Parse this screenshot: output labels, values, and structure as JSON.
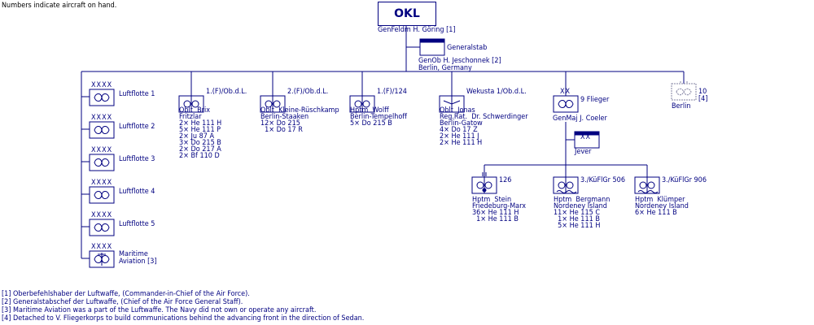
{
  "note": "Numbers indicate aircraft on hand.",
  "okl": {
    "label": "OKL",
    "commander": "GenFeldm  H. Göring [1]"
  },
  "generalstab": {
    "label": "Generalstab",
    "commander": "GenOb  H. Jeschonnek [2]",
    "location": "Berlin, Germany"
  },
  "luftflotten": [
    {
      "rank": "XXXX",
      "label": "Luftflotte 1"
    },
    {
      "rank": "XXXX",
      "label": "Luftflotte 2"
    },
    {
      "rank": "XXXX",
      "label": "Luftflotte 3"
    },
    {
      "rank": "XXXX",
      "label": "Luftflotte 4"
    },
    {
      "rank": "XXXX",
      "label": "Luftflotte 5"
    },
    {
      "rank": "XXXX",
      "label": "Maritime Aviation [3]"
    }
  ],
  "units": [
    {
      "label": "1.(F)/Ob.d.L.",
      "lines": [
        "Oblt  Brix",
        "Fritzlar",
        "2× He 111 H",
        "5× He 111 P",
        "2× Ju 87 A",
        "3× Do 215 B",
        "2× Do 217 A",
        "2× Bf 110 D"
      ]
    },
    {
      "label": "2.(F)/Ob.d.L.",
      "lines": [
        "Oblt  Kleine-Rüschkamp",
        "Berlin-Staaken",
        "12× Do 215",
        "  1× Do 17 R"
      ]
    },
    {
      "label": "1.(F)/124",
      "lines": [
        "Hptm  Wolff",
        "Berlin-Tempelhoff",
        "5× Do 215 B"
      ]
    },
    {
      "label": "Wekusta 1/Ob.d.L.",
      "lines": [
        "Oblt  Jonas",
        "Reg.Rat.  Dr. Schwerdinger",
        "Berlin-Gatow",
        "4× Do 17 Z",
        "2× He 111 J",
        "2× He 111 H"
      ]
    }
  ],
  "flieger9": {
    "rank": "XX",
    "label": "9 Flieger",
    "commander": "GenMaj  J. Coeler"
  },
  "jever": {
    "rank": "XX",
    "label": "Jever"
  },
  "berlin_unit": {
    "num": "10",
    "note": "[4]",
    "location": "Berlin"
  },
  "subunits": [
    {
      "label": "126",
      "lines": [
        "Hptm  Stein",
        "Friedeburg-Marx",
        "36× He 111 H",
        "  1× He 111 B"
      ]
    },
    {
      "label": "3./KüFlGr 506",
      "lines": [
        "Hptm  Bergmann",
        "Nordeney Island",
        "11× He 115 C",
        "  1× He 111 B",
        "  5× He 111 H"
      ]
    },
    {
      "label": "3./KüFlGr 906",
      "lines": [
        "Hptm  Klümper",
        "Nordeney Island",
        "6× He 111 B"
      ]
    }
  ],
  "footnotes": [
    "[1] Oberbefehlshaber der Luftwaffe, (Commander-in-Chief of the Air Force).",
    "[2] Generalstabschef der Luftwaffe, (Chief of the Air Force General Staff).",
    "[3] Maritime Aviation was a part of the Luftwaffe. The Navy did not own or operate any aircraft.",
    "[4] Detached to V. Fliegerkorps to build communications behind the advancing front in the direction of Sedan."
  ]
}
